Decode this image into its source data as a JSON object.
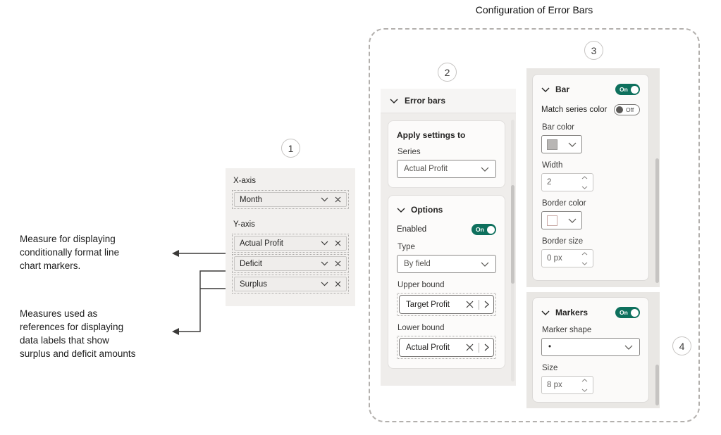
{
  "title": "Configuration of Error Bars",
  "callout_labels": {
    "panel1": "1",
    "panel2": "2",
    "panel3": "3",
    "panel4": "4"
  },
  "annotations": {
    "note1_lines": [
      "Measure for displaying",
      "conditionally format line",
      "chart markers."
    ],
    "note2_lines": [
      "Measures used as",
      "references for displaying",
      "data labels that show",
      "surplus and deficit amounts"
    ]
  },
  "field_wells": {
    "x_axis_label": "X-axis",
    "x_axis_fields": [
      {
        "name": "Month"
      }
    ],
    "y_axis_label": "Y-axis",
    "y_axis_fields": [
      {
        "name": "Actual Profit"
      },
      {
        "name": "Deficit"
      },
      {
        "name": "Surplus"
      }
    ]
  },
  "error_bars_pane": {
    "header": "Error bars",
    "apply_settings": {
      "title": "Apply settings to",
      "series_label": "Series",
      "series_value": "Actual Profit"
    },
    "options": {
      "header": "Options",
      "enabled_label": "Enabled",
      "enabled_state": "On",
      "type_label": "Type",
      "type_value": "By field",
      "upper_bound_label": "Upper bound",
      "upper_bound_value": "Target Profit",
      "lower_bound_label": "Lower bound",
      "lower_bound_value": "Actual Profit"
    }
  },
  "bar_card": {
    "header": "Bar",
    "toggle_state": "On",
    "match_series_label": "Match series color",
    "match_series_state": "Off",
    "bar_color_label": "Bar color",
    "width_label": "Width",
    "width_value": "2",
    "border_color_label": "Border color",
    "border_size_label": "Border size",
    "border_size_value": "0 px"
  },
  "markers_card": {
    "header": "Markers",
    "toggle_state": "On",
    "marker_shape_label": "Marker shape",
    "marker_shape_value": "•",
    "size_label": "Size",
    "size_value": "8 px"
  },
  "colors": {
    "toggle_on": "#0e705d",
    "bar_color_swatch": "#b8b6b4",
    "border_color_swatch": "#ffffff",
    "panel_background": "#efedeb",
    "card_background": "#fbfaf9"
  }
}
